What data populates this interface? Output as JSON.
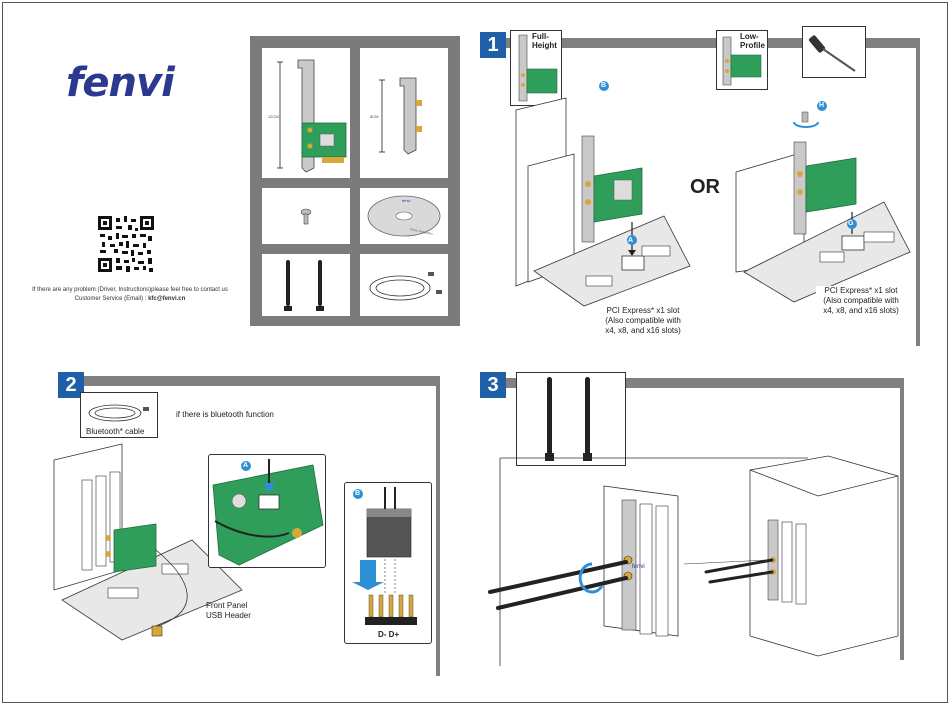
{
  "brand": {
    "logo_text": "fenvi",
    "accent_color": "#2b3990",
    "logo_dot_color": "#e5232a"
  },
  "contact": {
    "line1": "If there are any problem (Driver, Instructions)please feel free to contact us",
    "line2_prefix": "Customer Service (Email) : ",
    "email": "kfc@fenvi.cn"
  },
  "package": {
    "dim_full": "12CM",
    "dim_low": "8CM",
    "disc_brand": "fenvi",
    "disc_text": "Driver Installation"
  },
  "step1": {
    "number": "1",
    "full_height_label": "Full-\nHeight",
    "low_profile_label": "Low-\nProfile",
    "callout_a": "A",
    "callout_b": "B",
    "callout_g": "G",
    "callout_h": "H",
    "or_label": "OR",
    "slot_caption": "PCI Express* x1 slot\n(Also compatible with\nx4, x8, and x16 slots)"
  },
  "step2": {
    "number": "2",
    "bt_cable_label": "Bluetooth* cable",
    "bt_note": "if there is bluetooth function",
    "callout_a": "A",
    "callout_b": "B",
    "header_label": "Front Panel\nUSB Header",
    "pin_label": "D- D+"
  },
  "step3": {
    "number": "3",
    "card_brand": "fenvi"
  },
  "colors": {
    "step_badge": "#1f5fa8",
    "band_gray": "#808080",
    "pcb_green": "#2e9e5a",
    "arrow_blue": "#2f8fd6"
  }
}
